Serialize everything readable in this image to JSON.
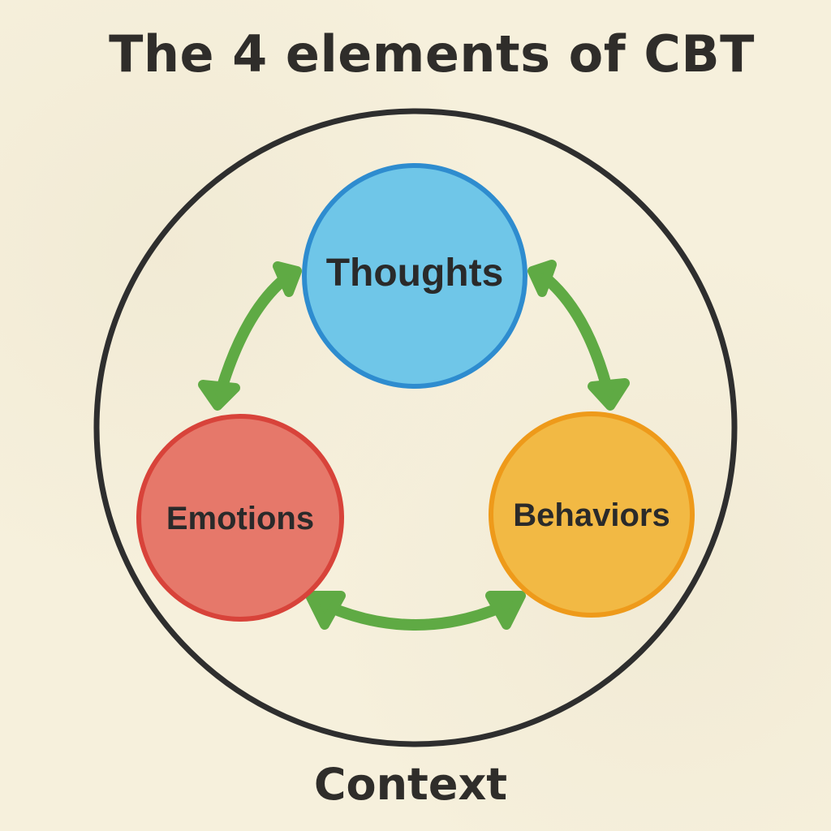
{
  "title": "The 4 elements of CBT",
  "context": {
    "label": "Context",
    "ring_color": "#2e2e2e"
  },
  "elements": [
    {
      "id": "thoughts",
      "label": "Thoughts",
      "fill": "#6fc6e8",
      "stroke": "#2e8ccf"
    },
    {
      "id": "emotions",
      "label": "Emotions",
      "fill": "#e6786a",
      "stroke": "#d8433a"
    },
    {
      "id": "behaviors",
      "label": "Behaviors",
      "fill": "#f2b944",
      "stroke": "#ee9a1a"
    }
  ],
  "connections": [
    {
      "from": "thoughts",
      "to": "emotions",
      "type": "bidirectional"
    },
    {
      "from": "thoughts",
      "to": "behaviors",
      "type": "bidirectional"
    },
    {
      "from": "emotions",
      "to": "behaviors",
      "type": "bidirectional"
    }
  ],
  "arrow_color": "#5faa44",
  "background_color": "#f6f0dc"
}
